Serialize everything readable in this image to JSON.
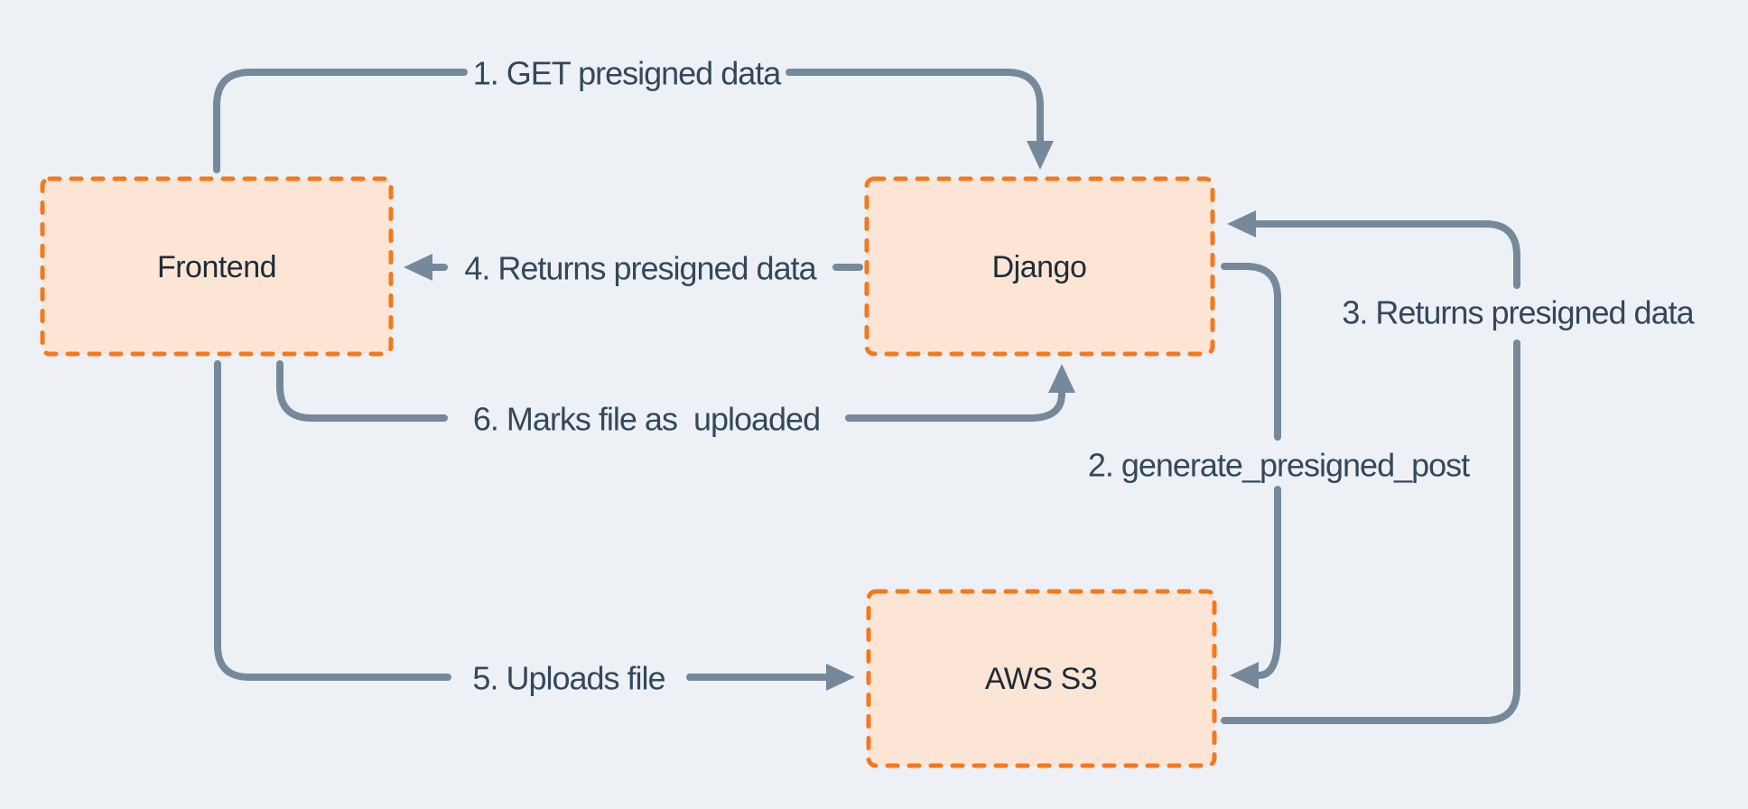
{
  "colors": {
    "background": "#EDF1F5",
    "node_fill": "#FCE5D4",
    "node_border": "#F5781D",
    "arrow": "#76899B",
    "node_text": "#1E2B38",
    "label_text": "#35485A"
  },
  "nodes": {
    "frontend": {
      "label": "Frontend"
    },
    "django": {
      "label": "Django"
    },
    "aws_s3": {
      "label": "AWS S3"
    }
  },
  "flows": {
    "step1": {
      "label": "1. GET presigned data",
      "from": "Frontend",
      "to": "Django"
    },
    "step2": {
      "label": "2. generate_presigned_post",
      "from": "Django",
      "to": "AWS S3"
    },
    "step3": {
      "label": "3. Returns presigned data",
      "from": "AWS S3",
      "to": "Django"
    },
    "step4": {
      "label": "4. Returns presigned data",
      "from": "Django",
      "to": "Frontend"
    },
    "step5": {
      "label": "5. Uploads file",
      "from": "Frontend",
      "to": "AWS S3"
    },
    "step6": {
      "label": "6. Marks file as  uploaded",
      "from": "Frontend",
      "to": "Django"
    }
  }
}
